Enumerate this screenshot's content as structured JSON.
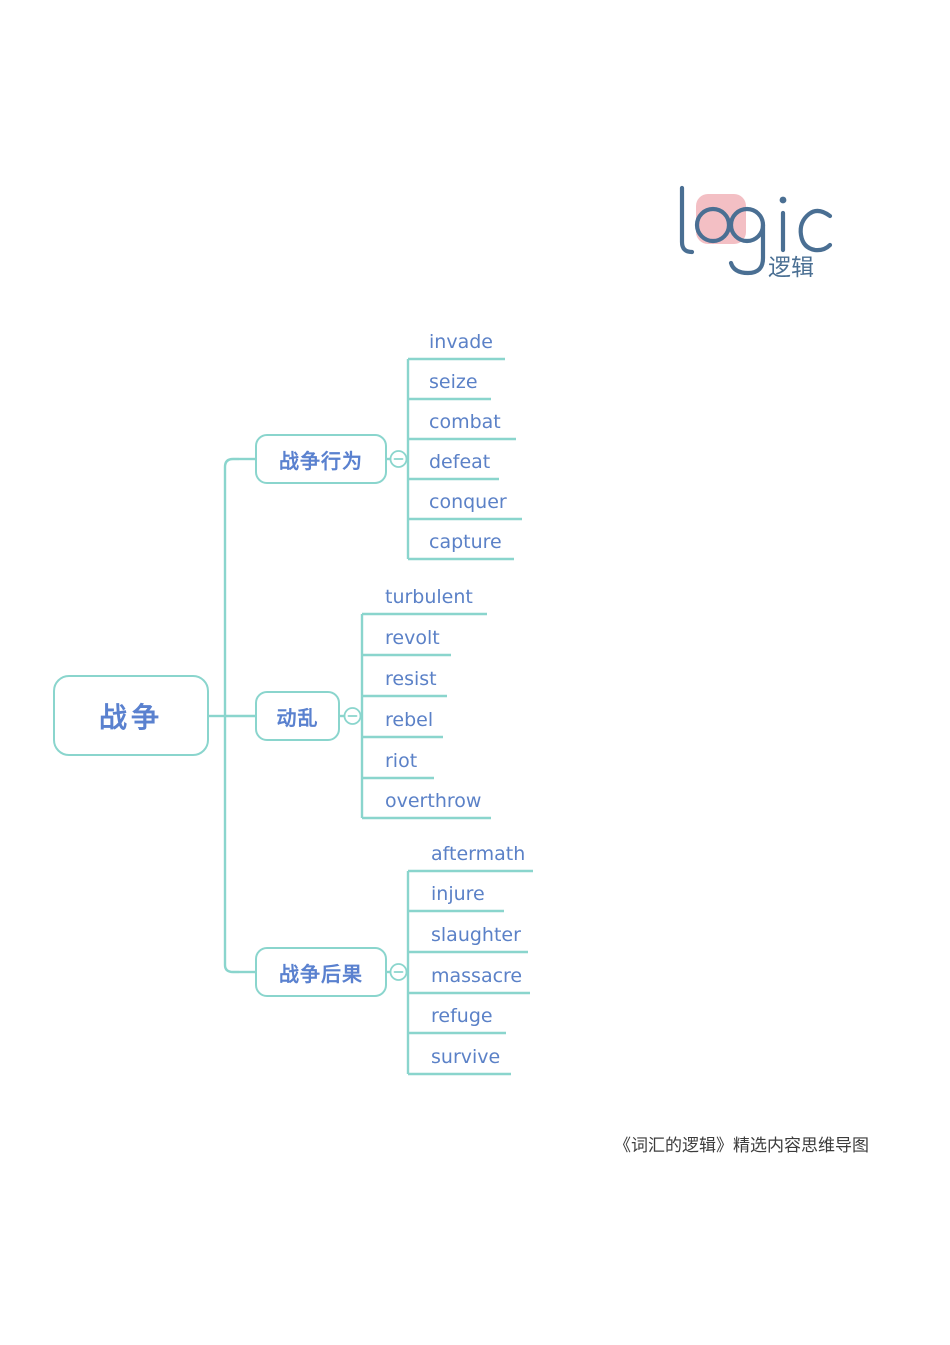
{
  "logo": {
    "wordmark": "logic",
    "chinese": "逻辑",
    "accent_color": "#f3bfc4",
    "stroke_color": "#4a6f93"
  },
  "theme": {
    "line_color": "#8ad5cd",
    "node_border_color": "#8ad5cd",
    "node_text_color": "#5a81cf",
    "leaf_text_color": "#5b81c7",
    "caption_color": "#3c3c3c",
    "background": "#ffffff"
  },
  "mindmap": {
    "root": {
      "label": "战争"
    },
    "branches": [
      {
        "label": "战争行为",
        "toggle_icon": "collapse-minus-icon",
        "leaves": [
          {
            "label": "invade"
          },
          {
            "label": "seize"
          },
          {
            "label": "combat"
          },
          {
            "label": "defeat"
          },
          {
            "label": "conquer"
          },
          {
            "label": "capture"
          }
        ]
      },
      {
        "label": "动乱",
        "toggle_icon": "collapse-minus-icon",
        "leaves": [
          {
            "label": "turbulent"
          },
          {
            "label": "revolt"
          },
          {
            "label": "resist"
          },
          {
            "label": "rebel"
          },
          {
            "label": "riot"
          },
          {
            "label": "overthrow"
          }
        ]
      },
      {
        "label": "战争后果",
        "toggle_icon": "collapse-minus-icon",
        "leaves": [
          {
            "label": "aftermath"
          },
          {
            "label": "injure"
          },
          {
            "label": "slaughter"
          },
          {
            "label": "massacre"
          },
          {
            "label": "refuge"
          },
          {
            "label": "survive"
          }
        ]
      }
    ]
  },
  "caption": "《词汇的逻辑》精选内容思维导图"
}
